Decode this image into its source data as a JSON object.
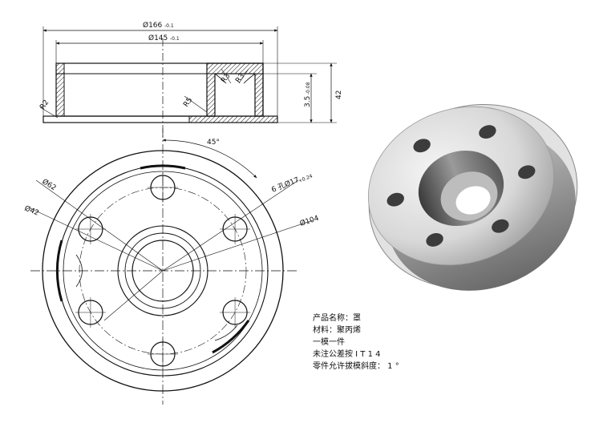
{
  "section_view": {
    "dim_outer_dia": "Ø166",
    "dim_outer_tol": "-0.1",
    "dim_inner_dia": "Ø145",
    "dim_inner_tol": "-0.1",
    "dim_height": "42",
    "dim_wall": "3.5",
    "dim_wall_tol": "-0.08",
    "radius_r3_a": "R3",
    "radius_r3_b": "R3",
    "radius_r5": "R5",
    "radius_r2": "R2"
  },
  "plan_view": {
    "angle_label": "45°",
    "holes_label": "6 孔Ø17",
    "holes_tol": "+0.24",
    "dim_62": "Ø62",
    "dim_42": "Ø42",
    "dim_104": "Ø104"
  },
  "notes": {
    "line1": "产品名称：罩",
    "line2": "材料：聚丙烯",
    "line3": "一模一件",
    "line4": "未注公差按 I T 1 4",
    "line5": "零件允许拔模斜度： 1 °"
  }
}
